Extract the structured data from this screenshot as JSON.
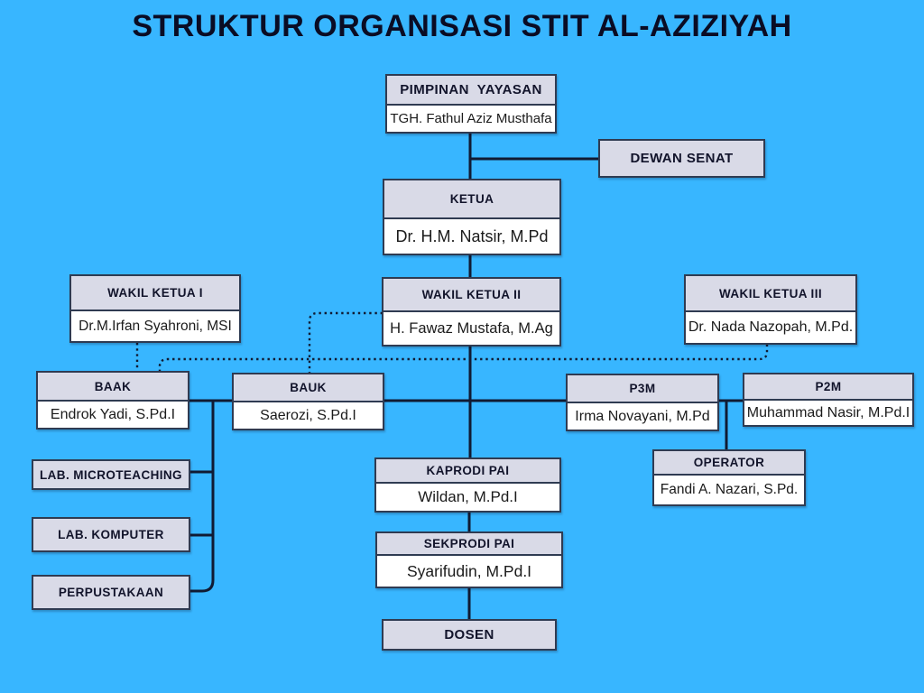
{
  "title": "STRUKTUR ORGANISASI STIT AL-AZIZIYAH",
  "colors": {
    "background": "#38b6ff",
    "box_header": "#d9dae7",
    "box_body": "#ffffff",
    "box_border": "#2f3b52",
    "connector_line": "#101b33",
    "title_text": "#0a0c24"
  },
  "org": {
    "pimpinan_yayasan": {
      "title": "PIMPINAN  YAYASAN",
      "name": "TGH. Fathul Aziz Musthafa"
    },
    "dewan_senat": {
      "title": "DEWAN SENAT"
    },
    "ketua": {
      "title": "KETUA",
      "name": "Dr. H.M. Natsir, M.Pd"
    },
    "wakil_ketua_1": {
      "title": "WAKIL KETUA I",
      "name": "Dr.M.Irfan Syahroni, MSI"
    },
    "wakil_ketua_2": {
      "title": "WAKIL KETUA II",
      "name": "H. Fawaz Mustafa, M.Ag"
    },
    "wakil_ketua_3": {
      "title": "WAKIL KETUA III",
      "name": "Dr. Nada Nazopah, M.Pd."
    },
    "baak": {
      "title": "BAAK",
      "name": "Endrok Yadi, S.Pd.I"
    },
    "bauk": {
      "title": "BAUK",
      "name": "Saerozi, S.Pd.I"
    },
    "p3m": {
      "title": "P3M",
      "name": "Irma Novayani, M.Pd"
    },
    "p2m": {
      "title": "P2M",
      "name": "Muhammad Nasir, M.Pd.I"
    },
    "operator": {
      "title": "OPERATOR",
      "name": "Fandi A. Nazari, S.Pd."
    },
    "kaprodi_pai": {
      "title": "KAPRODI PAI",
      "name": "Wildan, M.Pd.I"
    },
    "sekprodi_pai": {
      "title": "SEKPRODI PAI",
      "name": "Syarifudin, M.Pd.I"
    },
    "lab_microteaching": {
      "title": "LAB. MICROTEACHING"
    },
    "lab_komputer": {
      "title": "LAB. KOMPUTER"
    },
    "perpustakaan": {
      "title": "PERPUSTAKAAN"
    },
    "dosen": {
      "title": "DOSEN"
    }
  }
}
